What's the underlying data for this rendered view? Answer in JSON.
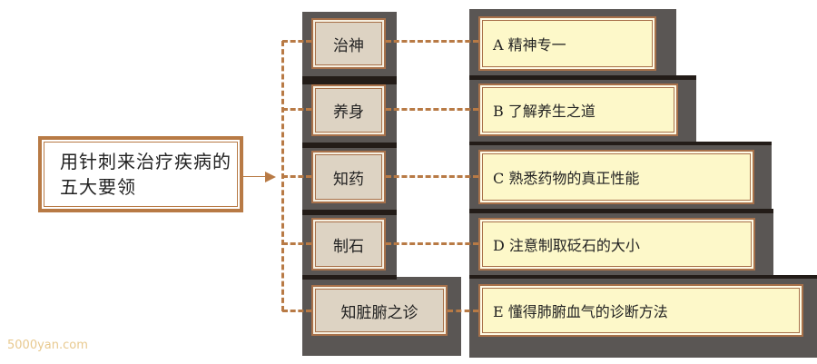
{
  "title": "用针刺来治疗疾病的五大要领",
  "rows": [
    {
      "term": "治神",
      "answer": "A 精神专一"
    },
    {
      "term": "养身",
      "answer": "B 了解养生之道"
    },
    {
      "term": "知药",
      "answer": "C 熟悉药物的真正性能"
    },
    {
      "term": "制石",
      "answer": "D 注意制取砭石的大小"
    },
    {
      "term": "知脏腑之诊",
      "answer": "E 懂得肺腑血气的诊断方法"
    }
  ],
  "watermark": "5000yan.com"
}
